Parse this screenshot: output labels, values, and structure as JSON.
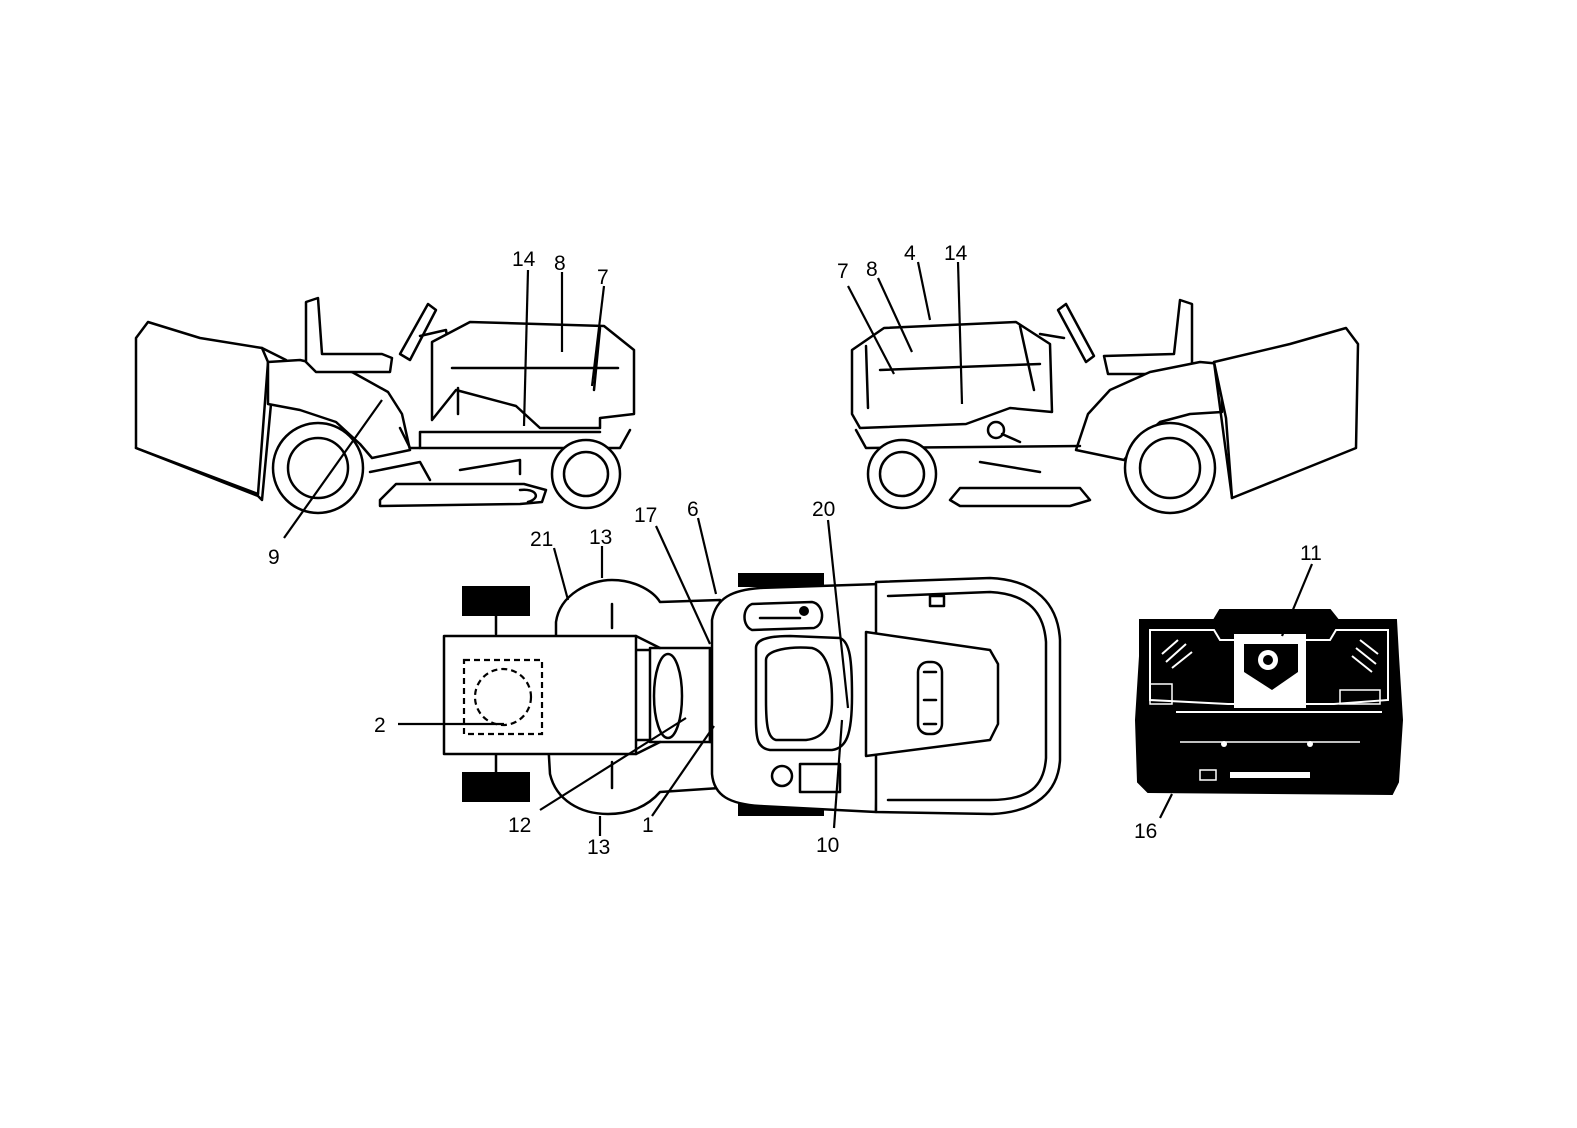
{
  "diagram": {
    "callouts": {
      "c14_left": "14",
      "c8_left": "8",
      "c7_left": "7",
      "c9": "9",
      "c7_right": "7",
      "c8_right": "8",
      "c4": "4",
      "c14_right": "14",
      "c21": "21",
      "c13_top": "13",
      "c17": "17",
      "c6": "6",
      "c20": "20",
      "c2": "2",
      "c12": "12",
      "c13_bottom": "13",
      "c1": "1",
      "c10": "10",
      "c11": "11",
      "c16": "16"
    }
  }
}
